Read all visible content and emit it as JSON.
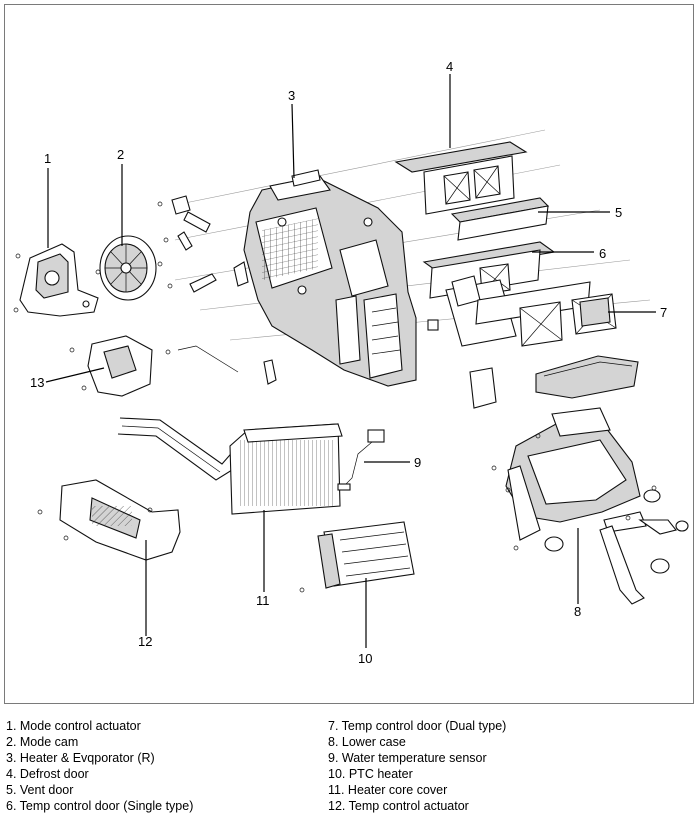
{
  "callouts": {
    "c1": "1",
    "c2": "2",
    "c3": "3",
    "c4": "4",
    "c5": "5",
    "c6": "6",
    "c7": "7",
    "c8": "8",
    "c9": "9",
    "c10": "10",
    "c11": "11",
    "c12": "12",
    "c13": "13"
  },
  "legend": {
    "left": [
      "1. Mode control actuator",
      "2. Mode cam",
      "3. Heater & Evqporator (R)",
      "4. Defrost door",
      "5. Vent door",
      "6. Temp control door (Single type)"
    ],
    "right": [
      "7. Temp control door (Dual type)",
      "8. Lower case",
      "9. Water temperature sensor",
      "10. PTC heater",
      "11. Heater core cover",
      "12. Temp control actuator"
    ]
  }
}
